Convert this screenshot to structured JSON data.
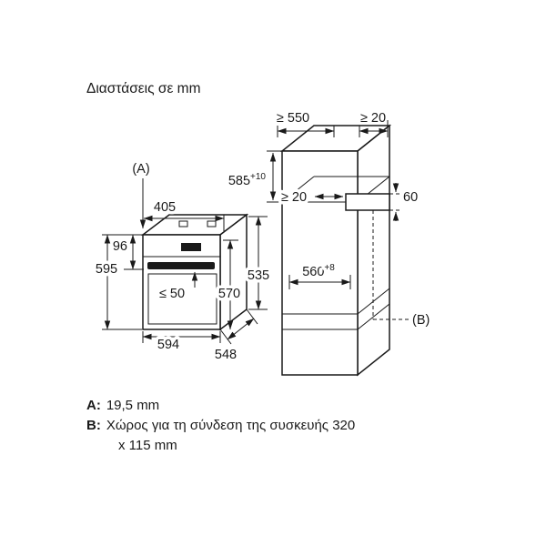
{
  "title": "Διαστάσεις σε mm",
  "oven": {
    "label_a": "(A)",
    "dim_top_width": "405",
    "dim_panel_height": "96",
    "dim_front_height": "595",
    "dim_handle_clearance": "≤ 50",
    "dim_width": "594",
    "dim_depth": "548",
    "dim_body_height": "570",
    "dim_body_height_back": "535"
  },
  "cabinet": {
    "dim_depth_min": "≥ 550",
    "dim_wall_gap": "≥ 20",
    "dim_niche_height": "585",
    "dim_niche_height_tol": "+10",
    "dim_back_gap": "≥ 20",
    "dim_vent": "60",
    "dim_niche_width": "560",
    "dim_niche_width_tol": "+8",
    "label_b": "(B)"
  },
  "legend": {
    "a_key": "A:",
    "a_value": "19,5 mm",
    "b_key": "B:",
    "b_value": "Χώρος για τη σύνδεση της συσκευής 320",
    "b_value2": "x 115 mm"
  }
}
